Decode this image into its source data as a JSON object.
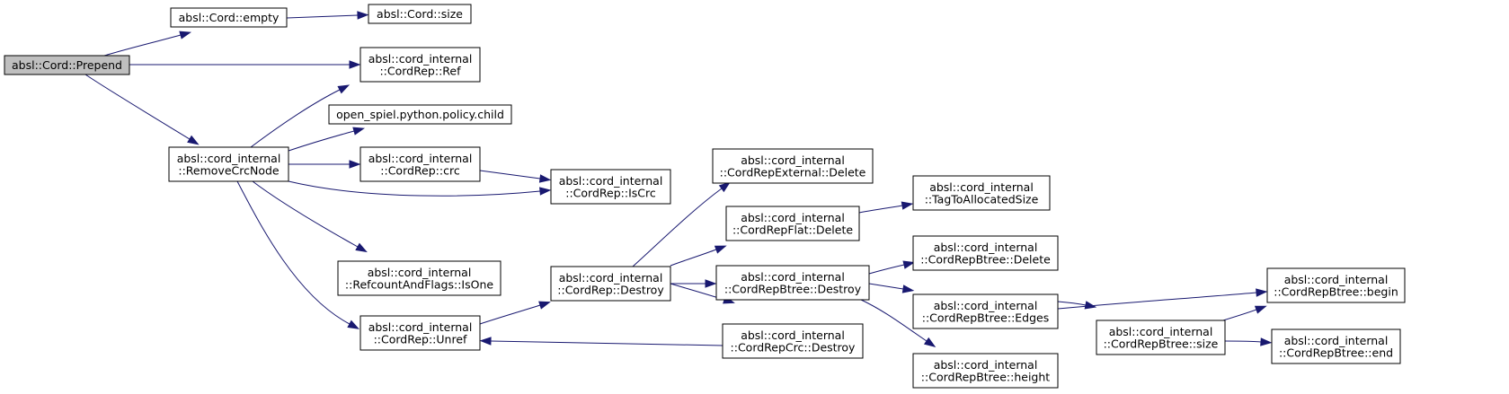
{
  "graph": {
    "nodes": [
      {
        "id": "prepend",
        "lines": [
          "absl::Cord::Prepend"
        ],
        "highlighted": true
      },
      {
        "id": "empty",
        "lines": [
          "absl::Cord::empty"
        ]
      },
      {
        "id": "cord_size",
        "lines": [
          "absl::Cord::size"
        ]
      },
      {
        "id": "ref",
        "lines": [
          "absl::cord_internal",
          "::CordRep::Ref"
        ]
      },
      {
        "id": "removecrc",
        "lines": [
          "absl::cord_internal",
          "::RemoveCrcNode"
        ]
      },
      {
        "id": "child",
        "lines": [
          "open_spiel.python.policy.child"
        ]
      },
      {
        "id": "crc",
        "lines": [
          "absl::cord_internal",
          "::CordRep::crc"
        ]
      },
      {
        "id": "iscrc",
        "lines": [
          "absl::cord_internal",
          "::CordRep::IsCrc"
        ]
      },
      {
        "id": "isone",
        "lines": [
          "absl::cord_internal",
          "::RefcountAndFlags::IsOne"
        ]
      },
      {
        "id": "unref",
        "lines": [
          "absl::cord_internal",
          "::CordRep::Unref"
        ]
      },
      {
        "id": "destroy",
        "lines": [
          "absl::cord_internal",
          "::CordRep::Destroy"
        ]
      },
      {
        "id": "ext_delete",
        "lines": [
          "absl::cord_internal",
          "::CordRepExternal::Delete"
        ]
      },
      {
        "id": "flat_delete",
        "lines": [
          "absl::cord_internal",
          "::CordRepFlat::Delete"
        ]
      },
      {
        "id": "btree_destroy",
        "lines": [
          "absl::cord_internal",
          "::CordRepBtree::Destroy"
        ]
      },
      {
        "id": "crc_destroy",
        "lines": [
          "absl::cord_internal",
          "::CordRepCrc::Destroy"
        ]
      },
      {
        "id": "tagsize",
        "lines": [
          "absl::cord_internal",
          "::TagToAllocatedSize"
        ]
      },
      {
        "id": "btree_delete",
        "lines": [
          "absl::cord_internal",
          "::CordRepBtree::Delete"
        ]
      },
      {
        "id": "edges",
        "lines": [
          "absl::cord_internal",
          "::CordRepBtree::Edges"
        ]
      },
      {
        "id": "height",
        "lines": [
          "absl::cord_internal",
          "::CordRepBtree::height"
        ]
      },
      {
        "id": "btree_size",
        "lines": [
          "absl::cord_internal",
          "::CordRepBtree::size"
        ]
      },
      {
        "id": "begin",
        "lines": [
          "absl::cord_internal",
          "::CordRepBtree::begin"
        ]
      },
      {
        "id": "end",
        "lines": [
          "absl::cord_internal",
          "::CordRepBtree::end"
        ]
      }
    ],
    "edges": [
      {
        "from": "prepend",
        "to": "empty"
      },
      {
        "from": "empty",
        "to": "cord_size"
      },
      {
        "from": "prepend",
        "to": "ref"
      },
      {
        "from": "prepend",
        "to": "removecrc"
      },
      {
        "from": "removecrc",
        "to": "ref"
      },
      {
        "from": "removecrc",
        "to": "child"
      },
      {
        "from": "removecrc",
        "to": "crc"
      },
      {
        "from": "removecrc",
        "to": "iscrc"
      },
      {
        "from": "crc",
        "to": "iscrc"
      },
      {
        "from": "removecrc",
        "to": "isone"
      },
      {
        "from": "removecrc",
        "to": "unref"
      },
      {
        "from": "unref",
        "to": "destroy"
      },
      {
        "from": "destroy",
        "to": "ext_delete"
      },
      {
        "from": "destroy",
        "to": "flat_delete"
      },
      {
        "from": "destroy",
        "to": "btree_destroy"
      },
      {
        "from": "destroy",
        "to": "crc_destroy"
      },
      {
        "from": "crc_destroy",
        "to": "unref"
      },
      {
        "from": "flat_delete",
        "to": "tagsize"
      },
      {
        "from": "btree_destroy",
        "to": "btree_delete"
      },
      {
        "from": "btree_destroy",
        "to": "edges"
      },
      {
        "from": "btree_destroy",
        "to": "height"
      },
      {
        "from": "edges",
        "to": "begin"
      },
      {
        "from": "edges",
        "to": "btree_size"
      },
      {
        "from": "btree_size",
        "to": "begin"
      },
      {
        "from": "btree_size",
        "to": "end"
      }
    ]
  },
  "colors": {
    "edge": "#191970",
    "node_border": "#000000",
    "node_fill": "#ffffff",
    "highlight_fill": "#bfbfbf",
    "background": "#ffffff"
  }
}
